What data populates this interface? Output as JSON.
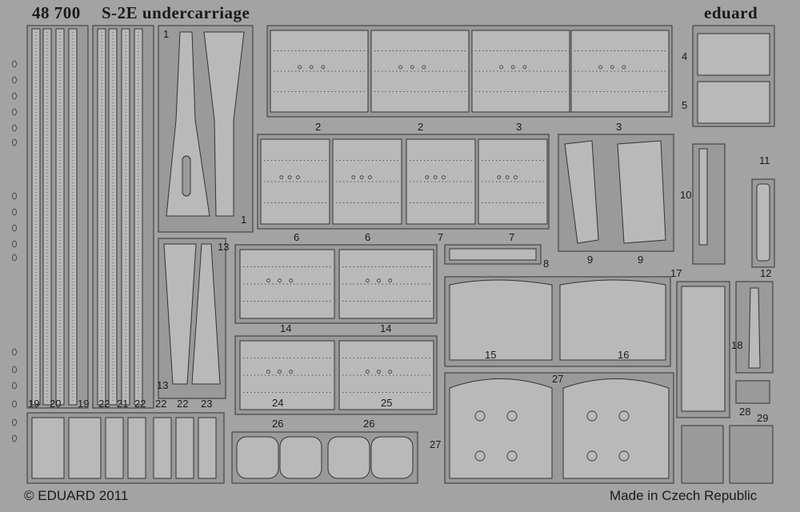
{
  "header": {
    "code": "48 700",
    "title": "S-2E undercarriage",
    "brand": "eduard"
  },
  "footer": {
    "copyright": "© EDUARD 2011",
    "origin": "Made in Czech Republic"
  },
  "part_numbers": [
    {
      "id": "n1a",
      "text": "1"
    },
    {
      "id": "n1b",
      "text": "1"
    },
    {
      "id": "n2a",
      "text": "2"
    },
    {
      "id": "n2b",
      "text": "2"
    },
    {
      "id": "n3a",
      "text": "3"
    },
    {
      "id": "n3b",
      "text": "3"
    },
    {
      "id": "n4",
      "text": "4"
    },
    {
      "id": "n5",
      "text": "5"
    },
    {
      "id": "n6a",
      "text": "6"
    },
    {
      "id": "n6b",
      "text": "6"
    },
    {
      "id": "n7a",
      "text": "7"
    },
    {
      "id": "n7b",
      "text": "7"
    },
    {
      "id": "n8",
      "text": "8"
    },
    {
      "id": "n9a",
      "text": "9"
    },
    {
      "id": "n9b",
      "text": "9"
    },
    {
      "id": "n10",
      "text": "10"
    },
    {
      "id": "n11",
      "text": "11"
    },
    {
      "id": "n12",
      "text": "12"
    },
    {
      "id": "n13a",
      "text": "13"
    },
    {
      "id": "n13b",
      "text": "13"
    },
    {
      "id": "n14a",
      "text": "14"
    },
    {
      "id": "n14b",
      "text": "14"
    },
    {
      "id": "n15",
      "text": "15"
    },
    {
      "id": "n16",
      "text": "16"
    },
    {
      "id": "n17",
      "text": "17"
    },
    {
      "id": "n18",
      "text": "18"
    },
    {
      "id": "n19a",
      "text": "19"
    },
    {
      "id": "n20",
      "text": "20"
    },
    {
      "id": "n19b",
      "text": "19"
    },
    {
      "id": "n22a",
      "text": "22"
    },
    {
      "id": "n21",
      "text": "21"
    },
    {
      "id": "n22b",
      "text": "22"
    },
    {
      "id": "n22c",
      "text": "22"
    },
    {
      "id": "n22d",
      "text": "22"
    },
    {
      "id": "n23",
      "text": "23"
    },
    {
      "id": "n24",
      "text": "24"
    },
    {
      "id": "n25",
      "text": "25"
    },
    {
      "id": "n26a",
      "text": "26"
    },
    {
      "id": "n26b",
      "text": "26"
    },
    {
      "id": "n27a",
      "text": "27"
    },
    {
      "id": "n27b",
      "text": "27"
    },
    {
      "id": "n28",
      "text": "28"
    },
    {
      "id": "n29",
      "text": "29"
    }
  ],
  "colors": {
    "fret": "#a3a3a3",
    "frame": "#9a9a9a",
    "part": "#b9b9b9",
    "line": "#333333",
    "text": "#1a1a1a"
  }
}
